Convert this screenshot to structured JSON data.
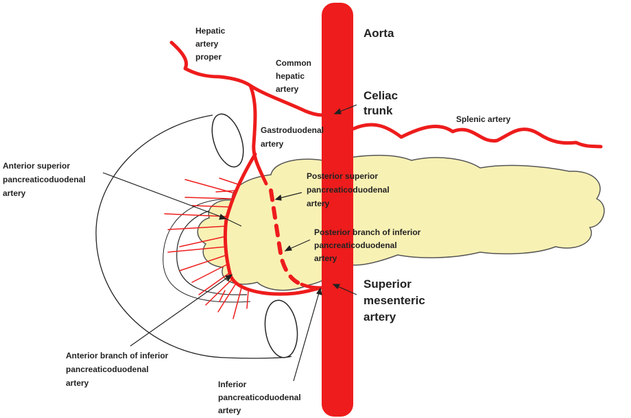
{
  "labels": {
    "aorta": "Aorta",
    "celiac_trunk": [
      "Celiac",
      "trunk"
    ],
    "hepatic_artery_proper": [
      "Hepatic",
      "artery",
      "proper"
    ],
    "common_hepatic_artery": [
      "Common",
      "hepatic",
      "artery"
    ],
    "splenic_artery": "Splenic artery",
    "gastroduodenal_artery": [
      "Gastroduodenal",
      "artery"
    ],
    "anterior_superior_pd": [
      "Anterior superior",
      "pancreaticoduodenal",
      "artery"
    ],
    "posterior_superior_pd": [
      "Posterior superior",
      "pancreaticoduodenal",
      "artery"
    ],
    "posterior_branch_inferior_pd": [
      "Posterior branch of inferior",
      "pancreaticoduodenal",
      "artery"
    ],
    "superior_mesenteric": [
      "Superior",
      "mesenteric",
      "artery"
    ],
    "anterior_branch_inferior_pd": [
      "Anterior branch of inferior",
      "pancreaticoduodenal",
      "artery"
    ],
    "inferior_pd": [
      "Inferior",
      "pancreaticoduodenal",
      "artery"
    ]
  },
  "colors": {
    "artery": "#ee1c1c",
    "pancreas_fill": "#f8f1b4",
    "pancreas_stroke": "#555555",
    "outline": "#222222"
  }
}
